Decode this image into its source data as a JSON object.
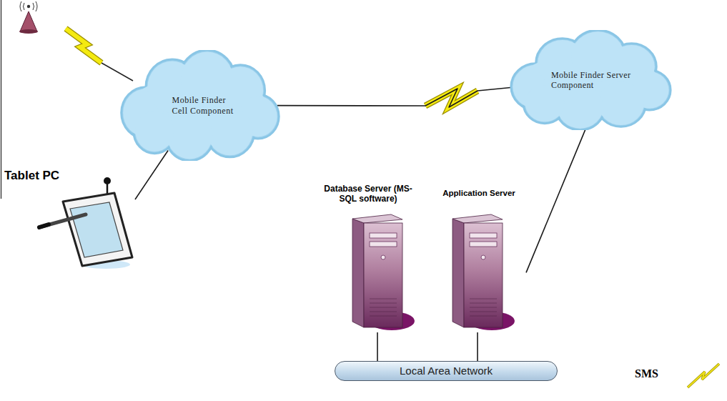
{
  "diagram": {
    "nodes": [
      {
        "text": [
          "Mobile Finder Cell Component"
        ]
      },
      {
        "text": [
          "Mobile Finder Server Component"
        ]
      },
      {
        "text": [
          "Tablet PC"
        ]
      },
      {
        "text": [
          "Database Server (MS-SQL software)"
        ]
      },
      {
        "text": [
          "Application Server"
        ]
      },
      {
        "text": [
          "Local Area Network"
        ]
      }
    ],
    "edges": [
      {
        "from": 2,
        "to": 0,
        "arrow": "none"
      },
      {
        "from": 0,
        "to": 1,
        "arrow": "none"
      },
      {
        "from": 4,
        "to": 1,
        "arrow": "none"
      },
      {
        "from": 3,
        "to": 5,
        "arrow": "none"
      },
      {
        "from": 4,
        "to": 5,
        "arrow": "none"
      }
    ],
    "labels": [
      "SMS"
    ]
  }
}
